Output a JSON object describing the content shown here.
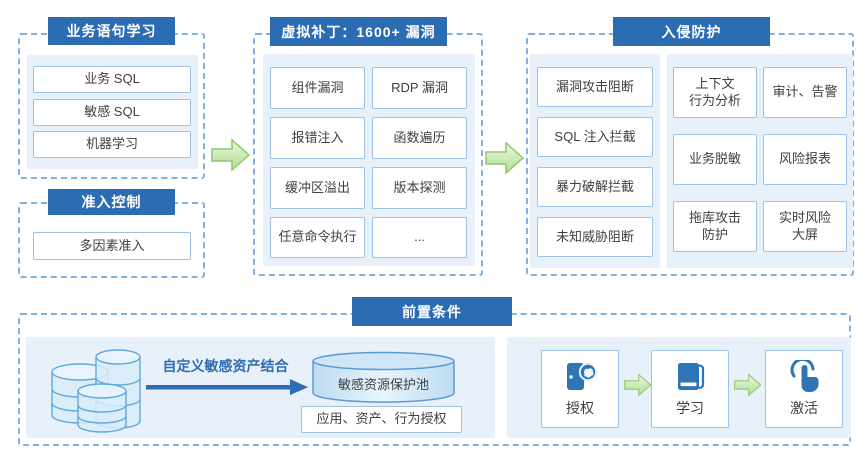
{
  "colors": {
    "header_bg": "#2b6cb3",
    "dashed_border": "#7fb2e0",
    "panel_bg": "#e8f1f9",
    "cell_border": "#9cc2e5",
    "text": "#3f3f3f",
    "accent_blue": "#2e6db4",
    "icon_blue": "#2e75b6",
    "arrow_green_fill": "#c4e4a4",
    "arrow_green_border": "#8cc96d"
  },
  "sections": {
    "statement_learning": {
      "title": "业务语句学习",
      "items": [
        "业务 SQL",
        "敏感 SQL",
        "机器学习"
      ]
    },
    "access_control": {
      "title": "准入控制",
      "items": [
        "多因素准入"
      ]
    },
    "virtual_patch": {
      "title": "虚拟补丁：1600+ 漏洞",
      "cells": [
        "组件漏洞",
        "RDP 漏洞",
        "报错注入",
        "函数遍历",
        "缓冲区溢出",
        "版本探测",
        "任意命令执行",
        "..."
      ]
    },
    "intrusion_prevention": {
      "title": "入侵防护",
      "left_items": [
        "漏洞攻击阻断",
        "SQL 注入拦截",
        "暴力破解拦截",
        "未知威胁阻断"
      ],
      "right_cells": [
        "上下文\n行为分析",
        "审计、告警",
        "业务脱敏",
        "风险报表",
        "拖库攻击\n防护",
        "实时风险\n大屏"
      ]
    },
    "prerequisites": {
      "title": "前置条件",
      "combine_label": "自定义敏感资产结合",
      "pool_label": "敏感资源保护池",
      "authorize_label": "应用、资产、行为授权",
      "steps": [
        {
          "label": "授权",
          "icon": "authorization-icon"
        },
        {
          "label": "学习",
          "icon": "book-icon"
        },
        {
          "label": "激活",
          "icon": "tap-icon"
        }
      ]
    }
  }
}
